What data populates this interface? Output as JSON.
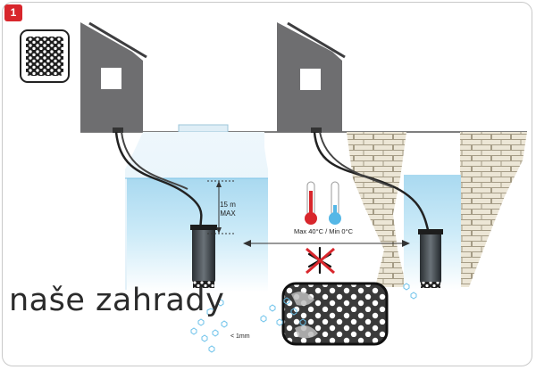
{
  "step_number": "1",
  "labels": {
    "depth": [
      "15 m",
      "MAX"
    ],
    "temperature": "Max 40°C / Min 0°C",
    "particle_size": "< 1mm"
  },
  "watermark": "naše zahrady",
  "colors": {
    "badge": "#d8262c",
    "house": "#6e6e70",
    "water": "#bfe3f3",
    "brick": "#e8e2d2",
    "warm": "#d8262c",
    "cold": "#55b7e6"
  },
  "icons": {
    "filter": "mesh-filter-icon",
    "thermometer_hot": "thermometer-hot-icon",
    "thermometer_cold": "thermometer-cold-icon",
    "frost": "no-frost-icon"
  }
}
